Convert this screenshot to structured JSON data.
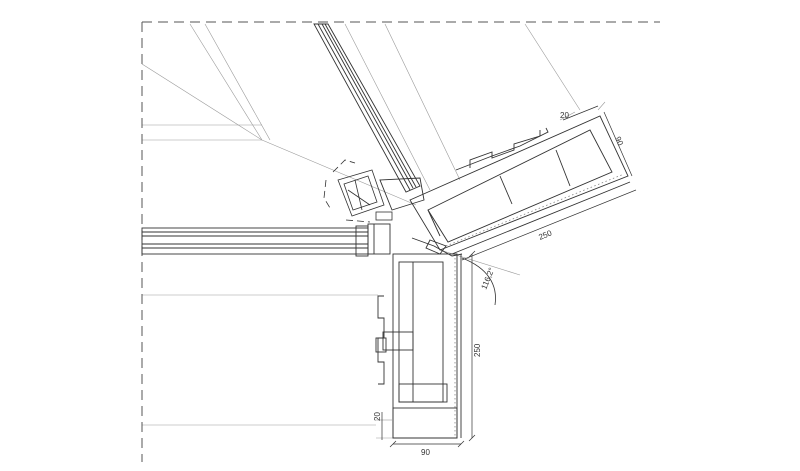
{
  "drawing": {
    "background": "#ffffff",
    "line_color": "#333333",
    "light_line_color": "#9a9a9a",
    "hatch_color": "#777777"
  },
  "dimensions": {
    "top_gap": "20",
    "top_depth": "90",
    "top_length": "250",
    "angle": "116,2°",
    "bottom_length": "250",
    "bottom_gap": "20",
    "bottom_width": "90"
  }
}
